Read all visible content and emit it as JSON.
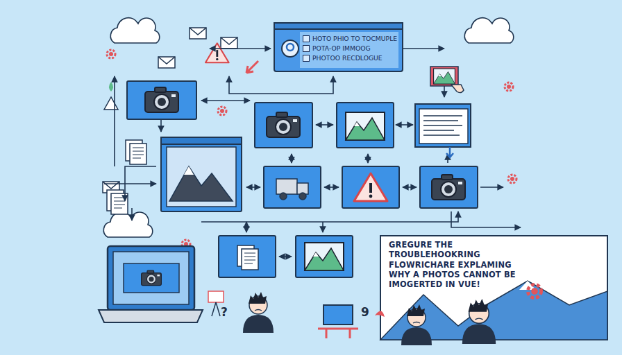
{
  "diagram": {
    "nodes": [
      {
        "text": [
          "HOTO PHIO TO TOCMUPLE",
          "POTA-OP IMMOOG",
          "PHOTOO RECDLOGUE"
        ]
      },
      {
        "text": [
          "GREGURE THE TROUBLEHOOKRING FLOWRICHARE EXPLAMING WHY A PHOTOS CANNOT BE IMOGERTED IN VUE!"
        ]
      }
    ],
    "labels": [
      "?",
      "9"
    ]
  }
}
